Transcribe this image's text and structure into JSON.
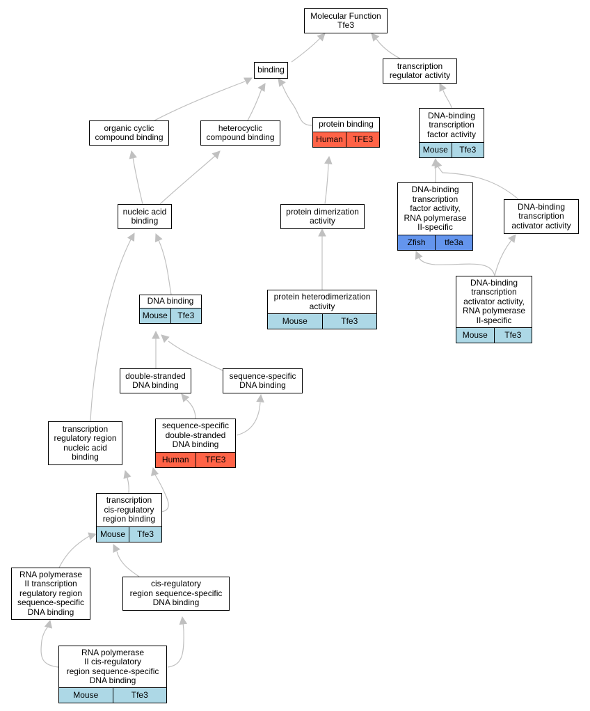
{
  "colors": {
    "mouse": "#add8e6",
    "human": "#ff6347",
    "zfish": "#6495ed",
    "edge": "#c0c0c0"
  },
  "nodes": {
    "root": {
      "title": "Molecular Function\nTfe3"
    },
    "binding": {
      "title": "binding"
    },
    "tra": {
      "title": "transcription\nregulator activity"
    },
    "ocb": {
      "title": "organic cyclic\ncompound binding"
    },
    "hcb": {
      "title": "heterocyclic\ncompound binding"
    },
    "pb": {
      "title": "protein binding",
      "species": "Human",
      "gene": "TFE3"
    },
    "dbtf": {
      "title": "DNA-binding\ntranscription\nfactor activity",
      "species": "Mouse",
      "gene": "Tfe3"
    },
    "nab": {
      "title": "nucleic acid\nbinding"
    },
    "pda": {
      "title": "protein dimerization\nactivity"
    },
    "dbtfp": {
      "title": "DNA-binding\ntranscription\nfactor activity,\nRNA polymerase\nII-specific",
      "species": "Zfish",
      "gene": "tfe3a"
    },
    "dbtaa": {
      "title": "DNA-binding\ntranscription\nactivator activity"
    },
    "dbtaap": {
      "title": "DNA-binding\ntranscription\nactivator activity,\nRNA polymerase\nII-specific",
      "species": "Mouse",
      "gene": "Tfe3"
    },
    "phda": {
      "title": "protein heterodimerization\nactivity",
      "species": "Mouse",
      "gene": "Tfe3"
    },
    "dnab": {
      "title": "DNA binding",
      "species": "Mouse",
      "gene": "Tfe3"
    },
    "dsdb": {
      "title": "double-stranded\nDNA binding"
    },
    "ssdb": {
      "title": "sequence-specific\nDNA binding"
    },
    "ssds": {
      "title": "sequence-specific\ndouble-stranded\nDNA binding",
      "species": "Human",
      "gene": "TFE3"
    },
    "trrn": {
      "title": "transcription\nregulatory region\nnucleic acid\nbinding"
    },
    "tcrb": {
      "title": "transcription\ncis-regulatory\nregion binding",
      "species": "Mouse",
      "gene": "Tfe3"
    },
    "rp2": {
      "title": "RNA polymerase\nII transcription\nregulatory region\nsequence-specific\nDNA binding"
    },
    "crss": {
      "title": "cis-regulatory\nregion sequence-specific\nDNA binding"
    },
    "rp2c": {
      "title": "RNA polymerase\nII cis-regulatory\nregion sequence-specific\nDNA binding",
      "species": "Mouse",
      "gene": "Tfe3"
    }
  }
}
